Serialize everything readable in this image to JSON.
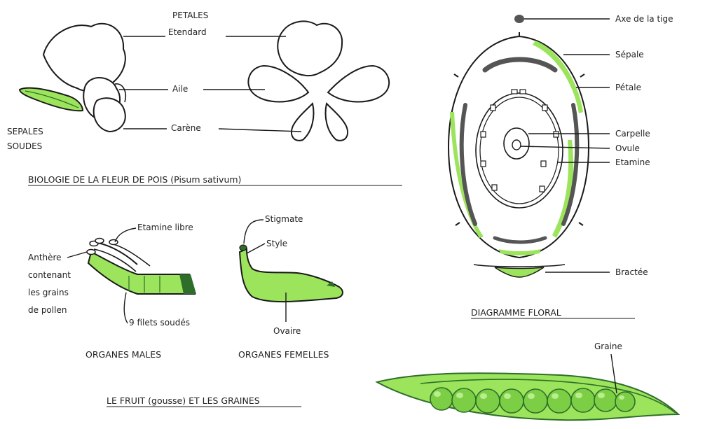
{
  "flower_section": {
    "petales": "PETALES",
    "etendard": "Etendard",
    "aile": "Aile",
    "carene": "Carène",
    "sepales_line1": "SEPALES",
    "sepales_line2": "SOUDES",
    "title": "BIOLOGIE DE LA FLEUR DE POIS (Pisum sativum)"
  },
  "male_section": {
    "etamine_libre": "Etamine libre",
    "anthere_1": "Anthère",
    "anthere_2": "contenant",
    "anthere_3": "les grains",
    "anthere_4": "de pollen",
    "filets": "9 filets soudés",
    "title": "ORGANES MALES"
  },
  "female_section": {
    "stigmate": "Stigmate",
    "style": "Style",
    "ovaire": "Ovaire",
    "title": "ORGANES FEMELLES"
  },
  "diagram_section": {
    "axe": "Axe de la tige",
    "sepale": "Sépale",
    "petale": "Pétale",
    "carpelle": "Carpelle",
    "ovule": "Ovule",
    "etamine": "Etamine",
    "bractee": "Bractée",
    "title": "DIAGRAMME FLORAL"
  },
  "fruit_section": {
    "title": "LE FRUIT (gousse) ET LES GRAINES",
    "graine": "Graine"
  },
  "colors": {
    "green_fill": "#9be45c",
    "dark_green": "#2f6e2a",
    "line": "#1a1a1a",
    "gray": "#555555"
  }
}
